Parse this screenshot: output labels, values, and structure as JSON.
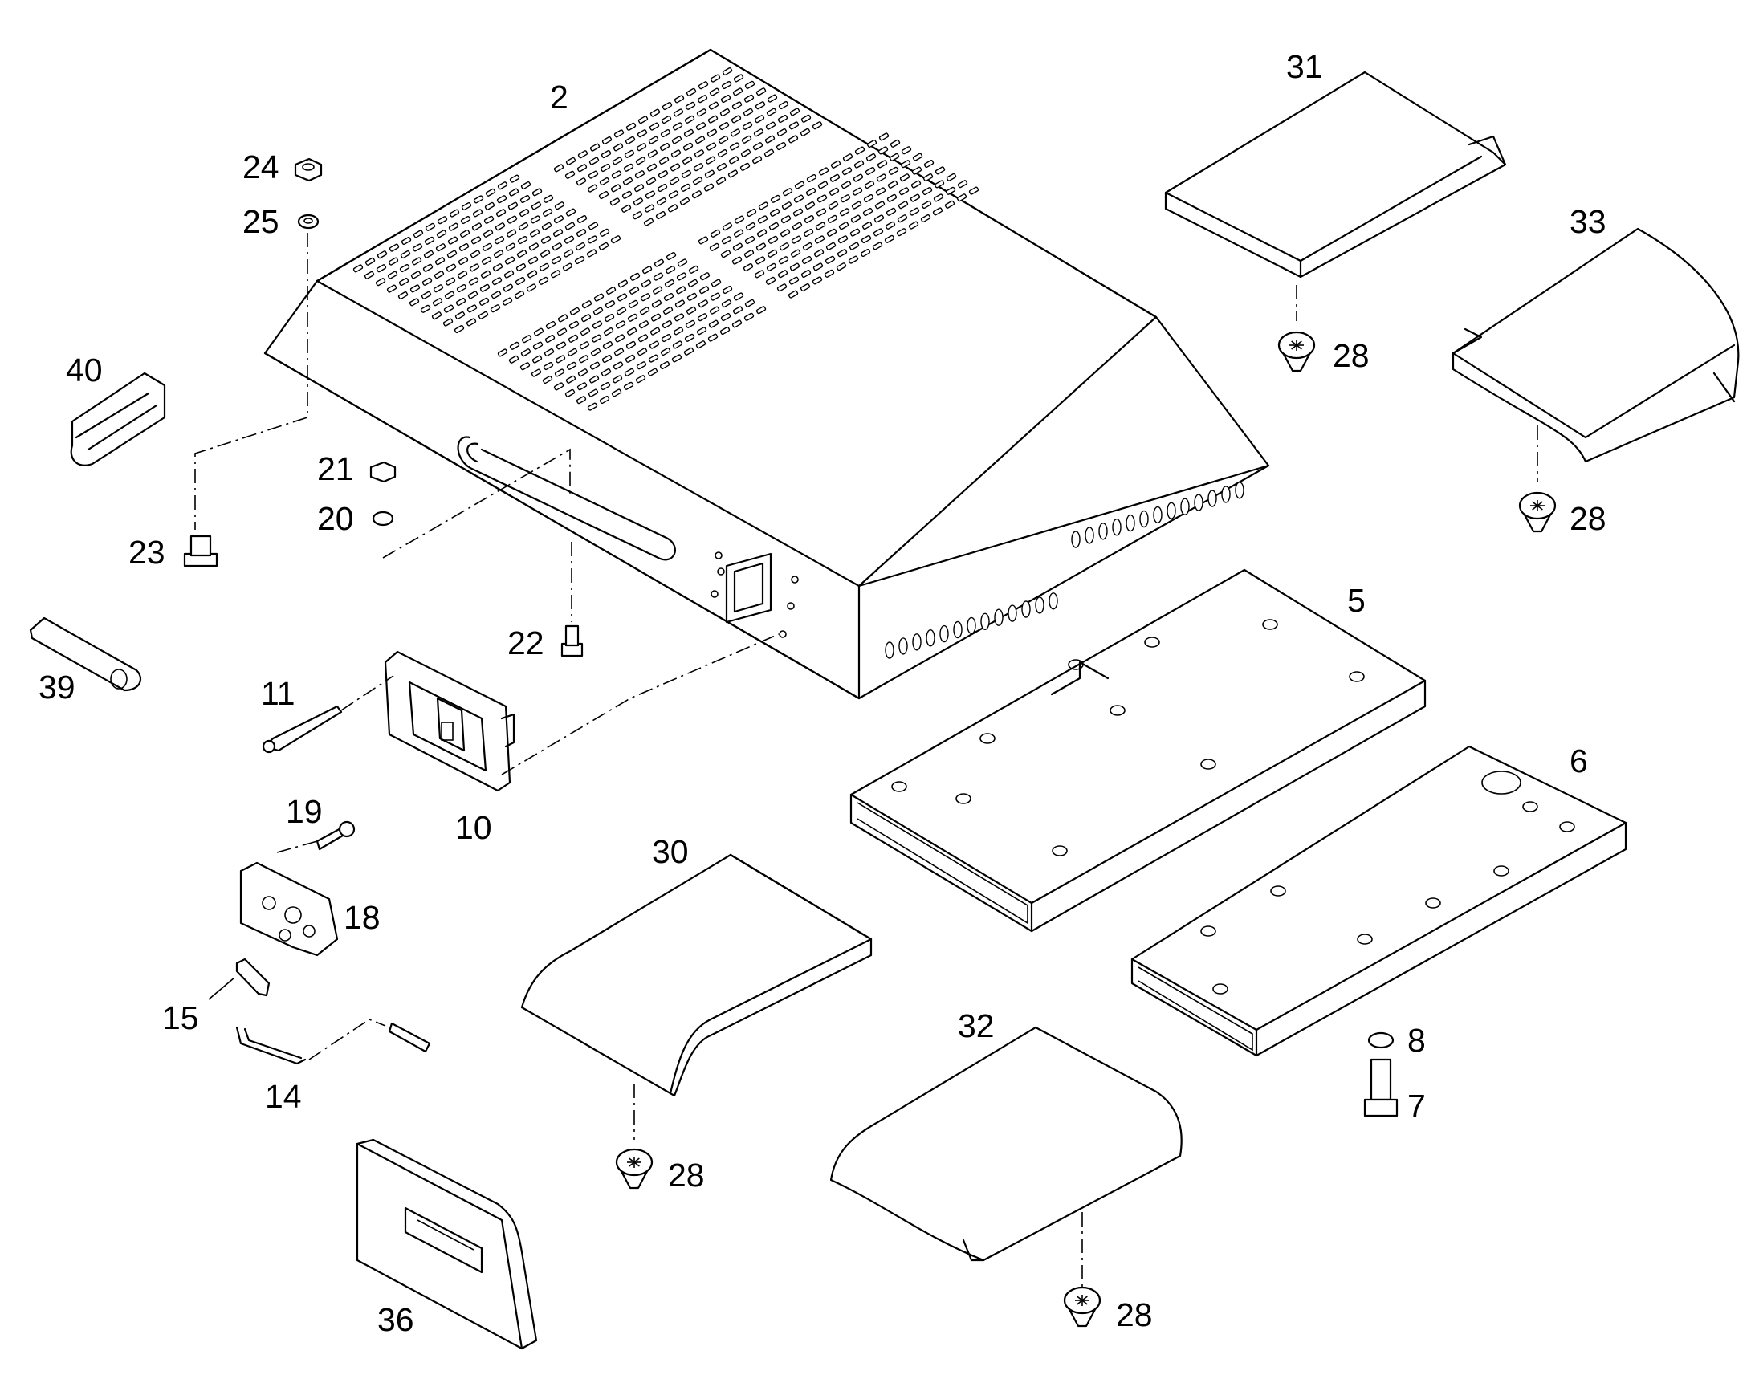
{
  "diagram": {
    "callouts": {
      "c2": "2",
      "c5": "5",
      "c6": "6",
      "c7": "7",
      "c8": "8",
      "c10": "10",
      "c11": "11",
      "c14": "14",
      "c15": "15",
      "c18": "18",
      "c19": "19",
      "c20": "20",
      "c21": "21",
      "c22": "22",
      "c23": "23",
      "c24": "24",
      "c25": "25",
      "c28a": "28",
      "c28b": "28",
      "c28c": "28",
      "c28d": "28",
      "c30": "30",
      "c31": "31",
      "c32": "32",
      "c33": "33",
      "c36": "36",
      "c39": "39",
      "c40": "40"
    }
  }
}
